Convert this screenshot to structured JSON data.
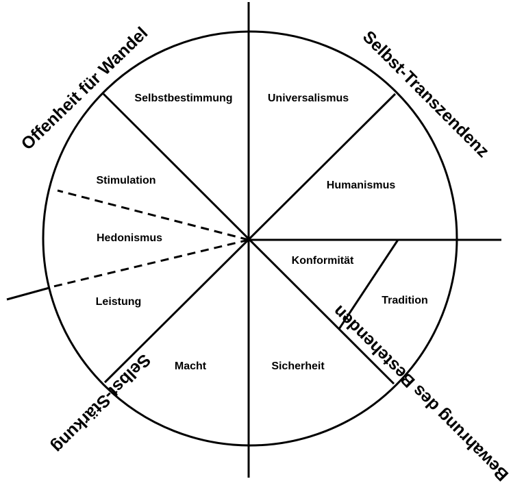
{
  "values": {
    "selbstbestimmung": "Selbstbestimmung",
    "universalismus": "Universalismus",
    "humanismus": "Humanismus",
    "stimulation": "Stimulation",
    "hedonismus": "Hedonismus",
    "konformitaet": "Konformität",
    "tradition": "Tradition",
    "leistung": "Leistung",
    "macht": "Macht",
    "sicherheit": "Sicherheit"
  },
  "dimensions": {
    "offenheit": "Offenheit für Wandel",
    "selbst_transzendenz": "Selbst-Transzendenz",
    "bewahrung": "Bewahrung des Bestehenden",
    "selbst_staerkung": "Selbst-Stärkung"
  }
}
